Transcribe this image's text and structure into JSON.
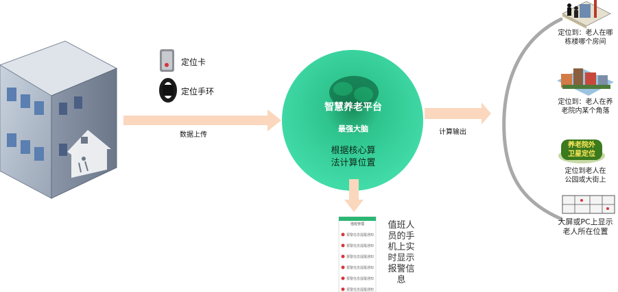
{
  "devices": {
    "card": {
      "label": "定位卡",
      "icon": "locator-card-icon"
    },
    "band": {
      "label": "定位手环",
      "icon": "wristband-icon"
    },
    "upload_label": "数据上传"
  },
  "hub": {
    "title": "智慧养老平台",
    "subtitle": "最强大脑",
    "text_line1": "根据核心算",
    "text_line2": "法计算位置",
    "color": "#3ad6a4"
  },
  "output_label": "计算输出",
  "outputs": [
    {
      "line1": "定位到：老人在哪",
      "line2": "栋楼哪个房间"
    },
    {
      "line1": "定位到：老人在养",
      "line2": "老院内某个角落"
    },
    {
      "badge1": "养老院外",
      "badge2": "卫星定位",
      "line1": "定位到老人在",
      "line2": "公园或大街上"
    },
    {
      "line1": "大屏或PC上显示",
      "line2": "老人所在位置"
    }
  ],
  "phone": {
    "header": "值班管理",
    "rows": [
      "报警信息提醒通知",
      "报警信息提醒通知",
      "报警信息提醒通知",
      "报警信息提醒通知",
      "报警信息提醒通知",
      "报警信息提醒通知"
    ]
  },
  "vertical_text": [
    "值班人",
    "员的手",
    "机上实",
    "时显示",
    "报警信",
    "息"
  ],
  "colors": {
    "arrow": "#fad7bd",
    "curve": "#a9a9a9",
    "badge": "#3b7a1e"
  }
}
